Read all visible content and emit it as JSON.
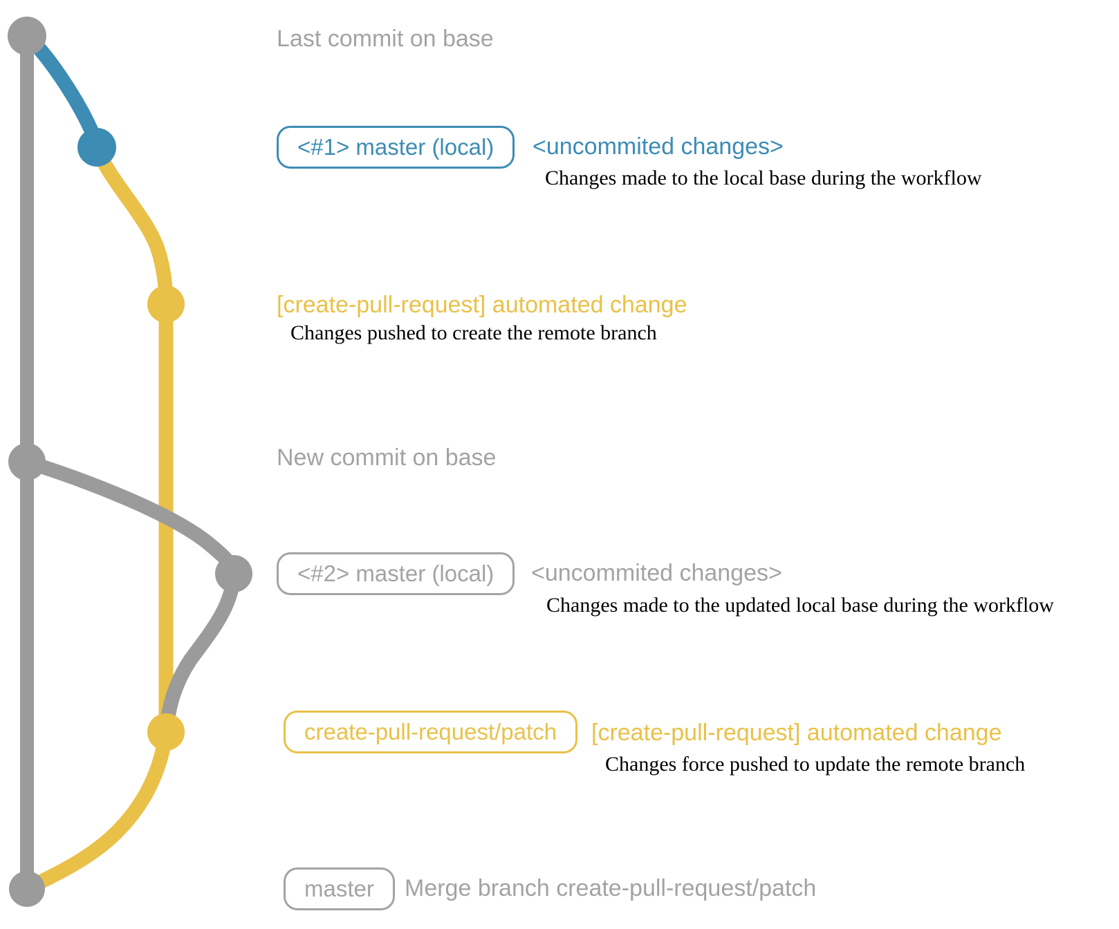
{
  "colors": {
    "line_gray": "#9b9b9b",
    "text_gray": "#a3a3a3",
    "blue": "#3c8cb4",
    "yellow": "#e9c148",
    "ink": "#000000"
  },
  "rows": {
    "last_commit": {
      "title": "Last commit on base"
    },
    "local_master_1": {
      "badge": "<#1> master (local)",
      "heading": "<uncommited changes>",
      "desc": "Changes made to the local base during the workflow"
    },
    "patch_1": {
      "heading": "[create-pull-request] automated change",
      "desc": "Changes pushed to create the remote branch"
    },
    "new_commit": {
      "title": "New commit on base"
    },
    "local_master_2": {
      "badge": "<#2> master (local)",
      "heading": "<uncommited changes>",
      "desc": "Changes made to the updated local base during the workflow"
    },
    "patch_2": {
      "badge": "create-pull-request/patch",
      "heading": "[create-pull-request] automated change",
      "desc": "Changes force pushed to update the remote branch"
    },
    "merge": {
      "badge": "master",
      "title": "Merge branch create-pull-request/patch"
    }
  }
}
